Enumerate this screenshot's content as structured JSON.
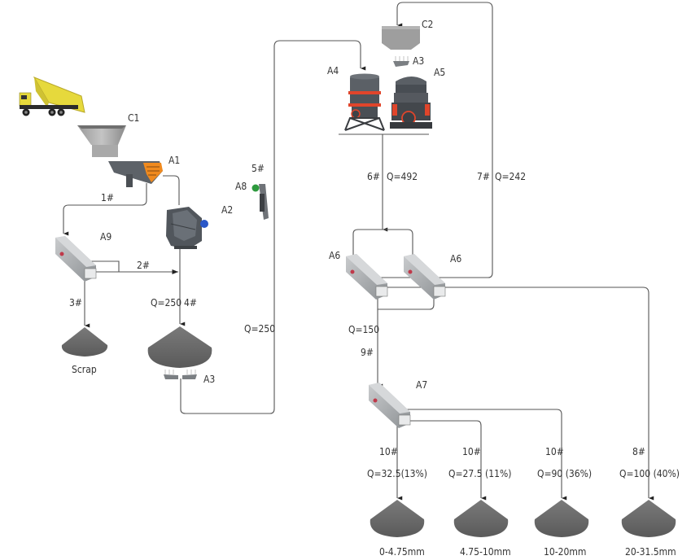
{
  "diagram": {
    "title": "Crushing and screening process flow",
    "equipment": {
      "truck": "Dump truck",
      "c1": "C1",
      "a1": "A1",
      "a2": "A2",
      "a3_left": "A3",
      "a3_top": "A3",
      "a4": "A4",
      "a5": "A5",
      "a6_left": "A6",
      "a6_right": "A6",
      "a7": "A7",
      "a8": "A8",
      "a9": "A9",
      "c2": "C2"
    },
    "streams": {
      "s1": "1#",
      "s2": "2#",
      "s3": "3#",
      "s4": "4#",
      "s4_q": "Q=250",
      "s5": "5#",
      "s5_q": "Q=250",
      "s6": "6#",
      "s6_q": "Q=492",
      "s7": "7#",
      "s7_q": "Q=242",
      "s9": "9#",
      "s9_q": "Q=150",
      "p1_id": "10#",
      "p1_q": "Q=32.5(13%)",
      "p2_id": "10#",
      "p2_q": "Q=27.5 (11%)",
      "p3_id": "10#",
      "p3_q": "Q=90 (36%)",
      "p4_id": "8#",
      "p4_q": "Q=100 (40%)"
    },
    "piles": {
      "scrap": "Scrap",
      "p1": "0-4.75mm",
      "p2": "4.75-10mm",
      "p3": "10-20mm",
      "p4": "20-31.5mm"
    },
    "colors": {
      "line": "#555555",
      "pile": "#6b6b6b",
      "machine": "#5a5f66",
      "truck": "#e0d43a",
      "accent_red": "#e0452b",
      "accent_orange": "#f08a1e",
      "motor_blue": "#2a57c8",
      "motor_green": "#2e9a3e"
    }
  }
}
